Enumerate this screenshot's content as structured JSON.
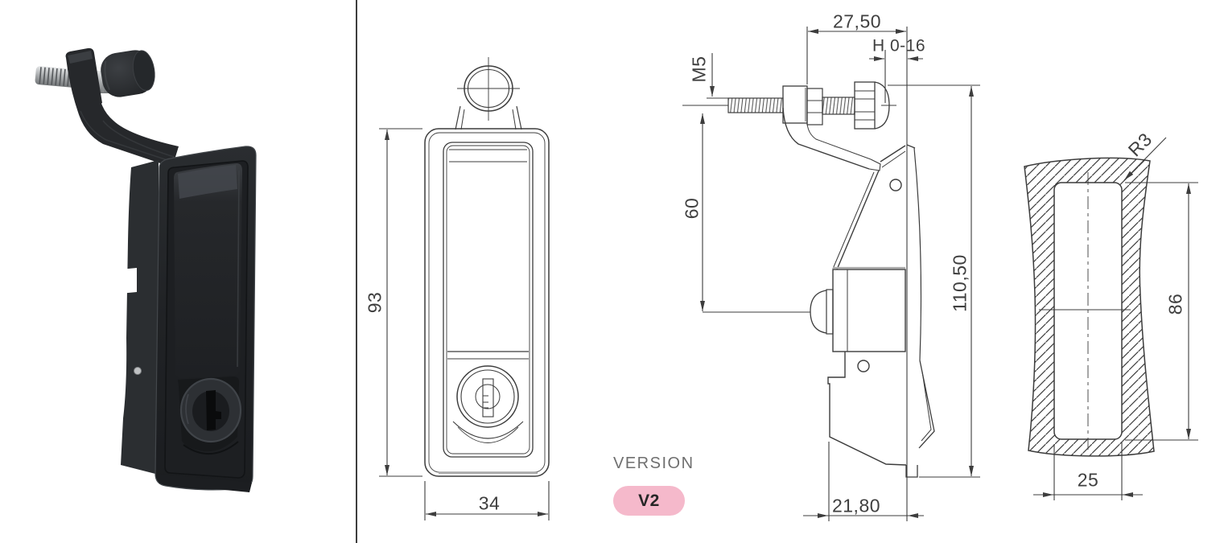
{
  "version_block": {
    "label": "VERSION",
    "badge": "V2",
    "badge_bg": "#f5b9cb"
  },
  "front_view": {
    "height_dim": "93",
    "width_dim": "34"
  },
  "side_view": {
    "projection_dim": "27,50",
    "grip_range_dim": "H 0-16",
    "thread_dim": "M5",
    "offset_dim": "60",
    "height_dim": "110,50",
    "depth_dim": "21,80"
  },
  "cutout_view": {
    "corner_radius_dim": "R3",
    "height_dim": "86",
    "width_dim": "25"
  },
  "colors": {
    "drawing_line": "#3c3c3c",
    "badge_pink": "#f5b9cb"
  }
}
